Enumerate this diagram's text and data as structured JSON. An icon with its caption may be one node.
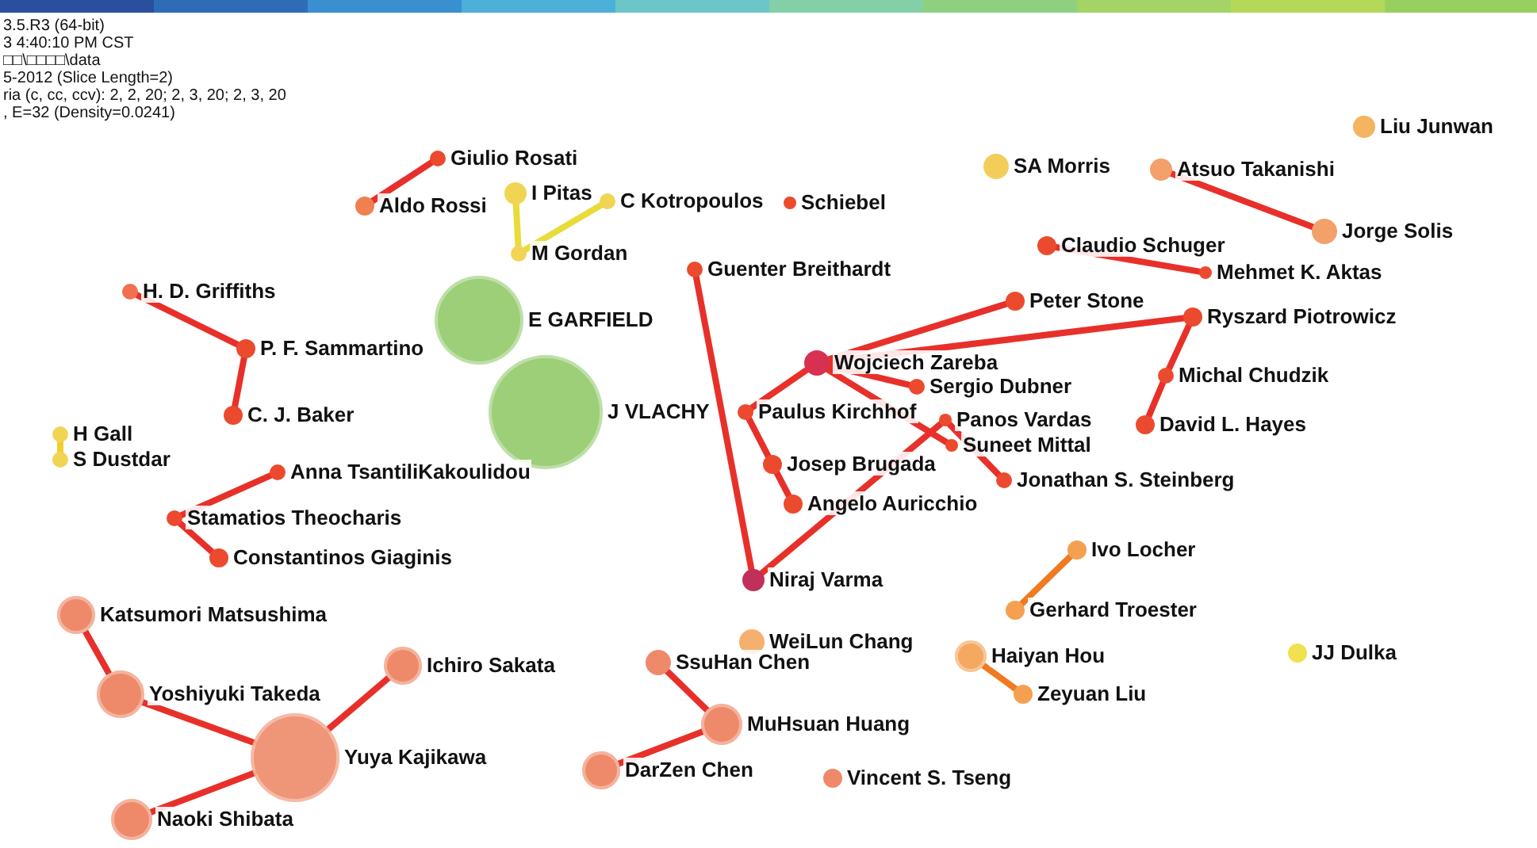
{
  "diagram": {
    "nodes": [
      {
        "text": [],
        "shape": "circle",
        "beside": [
          "Liu Junwan"
        ]
      },
      {
        "text": [],
        "shape": "circle",
        "beside": [
          "SA Morris"
        ]
      },
      {
        "text": [],
        "shape": "circle",
        "beside": [
          "Atsuo Takanishi"
        ]
      },
      {
        "text": [],
        "shape": "circle",
        "beside": [
          "Jorge Solis"
        ]
      },
      {
        "text": [],
        "shape": "circle",
        "beside": [
          "Giulio Rosati"
        ]
      },
      {
        "text": [],
        "shape": "circle",
        "beside": [
          "Aldo Rossi"
        ]
      },
      {
        "text": [],
        "shape": "circle",
        "beside": [
          "I Pitas"
        ]
      },
      {
        "text": [],
        "shape": "circle",
        "beside": [
          "C Kotropoulos"
        ]
      },
      {
        "text": [],
        "shape": "circle",
        "beside": [
          "Schiebel"
        ]
      },
      {
        "text": [],
        "shape": "circle",
        "beside": [
          "M Gordan"
        ]
      },
      {
        "text": [],
        "shape": "circle",
        "beside": [
          "Guenter Breithardt"
        ]
      },
      {
        "text": [],
        "shape": "circle",
        "beside": [
          "Claudio Schuger"
        ]
      },
      {
        "text": [],
        "shape": "circle",
        "beside": [
          "Peter Stone"
        ]
      },
      {
        "text": [],
        "shape": "circle",
        "beside": [
          "Mehmet K. Aktas"
        ]
      },
      {
        "text": [],
        "shape": "circle",
        "beside": [
          "Ryszard Piotrowicz"
        ]
      },
      {
        "text": [],
        "shape": "circle",
        "beside": [
          "H. D. Griffiths"
        ]
      },
      {
        "text": [],
        "shape": "circle",
        "beside": [
          "P. F. Sammartino"
        ]
      },
      {
        "text": [],
        "shape": "circle",
        "beside": [
          "E GARFIELD"
        ]
      },
      {
        "text": [],
        "shape": "circle",
        "beside": [
          "Wojciech Zareba"
        ]
      },
      {
        "text": [],
        "shape": "circle",
        "beside": [
          "Michal Chudzik"
        ]
      },
      {
        "text": [],
        "shape": "circle",
        "beside": [
          "Sergio Dubner"
        ]
      },
      {
        "text": [],
        "shape": "circle",
        "beside": [
          "J VLACHY"
        ]
      },
      {
        "text": [],
        "shape": "circle",
        "beside": [
          "Paulus Kirchhof"
        ]
      },
      {
        "text": [],
        "shape": "circle",
        "beside": [
          "Panos Vardas"
        ]
      },
      {
        "text": [],
        "shape": "circle",
        "beside": [
          "Suneet Mittal"
        ]
      },
      {
        "text": [],
        "shape": "circle",
        "beside": [
          "Josep Brugada"
        ]
      },
      {
        "text": [],
        "shape": "circle",
        "beside": [
          "Jonathan S. Steinberg"
        ]
      },
      {
        "text": [],
        "shape": "circle",
        "beside": [
          "David L. Hayes"
        ]
      },
      {
        "text": [],
        "shape": "circle",
        "beside": [
          "H Gall"
        ]
      },
      {
        "text": [],
        "shape": "circle",
        "beside": [
          "S Dustdar"
        ]
      },
      {
        "text": [],
        "shape": "circle",
        "beside": [
          "C. J. Baker"
        ]
      },
      {
        "text": [],
        "shape": "circle",
        "beside": [
          "Anna TsantiliKakoulidou"
        ]
      },
      {
        "text": [],
        "shape": "circle",
        "beside": [
          "Stamatios Theocharis"
        ]
      },
      {
        "text": [],
        "shape": "circle",
        "beside": [
          "Constantinos Giaginis"
        ]
      },
      {
        "text": [],
        "shape": "circle",
        "beside": [
          "Angelo Auricchio"
        ]
      },
      {
        "text": [],
        "shape": "circle",
        "beside": [
          "Ivo Locher"
        ]
      },
      {
        "text": [],
        "shape": "circle",
        "beside": [
          "Niraj Varma"
        ]
      },
      {
        "text": [],
        "shape": "circle",
        "beside": [
          "Gerhard Troester"
        ]
      },
      {
        "text": [],
        "shape": "circle",
        "beside": [
          "Katsumori Matsushima"
        ]
      },
      {
        "text": [],
        "shape": "circle",
        "beside": [
          "WeiLun Chang"
        ]
      },
      {
        "text": [],
        "shape": "circle",
        "beside": [
          "Haiyan Hou"
        ]
      },
      {
        "text": [],
        "shape": "circle",
        "beside": [
          "JJ Dulka"
        ]
      },
      {
        "text": [],
        "shape": "circle",
        "beside": [
          "Ichiro Sakata"
        ]
      },
      {
        "text": [],
        "shape": "circle",
        "beside": [
          "SsuHan Chen"
        ]
      },
      {
        "text": [],
        "shape": "circle",
        "beside": [
          "Yoshiyuki Takeda"
        ]
      },
      {
        "text": [],
        "shape": "circle",
        "beside": [
          "Zeyuan Liu"
        ]
      },
      {
        "text": [],
        "shape": "circle",
        "beside": [
          "MuHsuan Huang"
        ]
      },
      {
        "text": [],
        "shape": "circle",
        "beside": [
          "Yuya Kajikawa"
        ]
      },
      {
        "text": [],
        "shape": "circle",
        "beside": [
          "DarZen Chen"
        ]
      },
      {
        "text": [],
        "shape": "circle",
        "beside": [
          "Vincent S. Tseng"
        ]
      },
      {
        "text": [],
        "shape": "circle",
        "beside": [
          "Naoki Shibata"
        ]
      }
    ],
    "edges": [
      {
        "from": 2,
        "to": 3,
        "arrow": "none"
      },
      {
        "from": 4,
        "to": 5,
        "arrow": "none"
      },
      {
        "from": 6,
        "to": 9,
        "arrow": "none",
        "color": "#e8dc3a"
      },
      {
        "from": 9,
        "to": 7,
        "arrow": "none",
        "color": "#e8dc3a"
      },
      {
        "from": 11,
        "to": 13,
        "arrow": "none"
      },
      {
        "from": 18,
        "to": 12,
        "arrow": "none"
      },
      {
        "from": 18,
        "to": 14,
        "arrow": "none"
      },
      {
        "from": 14,
        "to": 19,
        "arrow": "none"
      },
      {
        "from": 19,
        "to": 27,
        "arrow": "none"
      },
      {
        "from": 18,
        "to": 22,
        "arrow": "none"
      },
      {
        "from": 18,
        "to": 20,
        "arrow": "none"
      },
      {
        "from": 18,
        "to": 24,
        "arrow": "none"
      },
      {
        "from": 22,
        "to": 25,
        "arrow": "none"
      },
      {
        "from": 25,
        "to": 34,
        "arrow": "none"
      },
      {
        "from": 10,
        "to": 36,
        "arrow": "none"
      },
      {
        "from": 36,
        "to": 23,
        "arrow": "none"
      },
      {
        "from": 23,
        "to": 26,
        "arrow": "none"
      },
      {
        "from": 15,
        "to": 16,
        "arrow": "none"
      },
      {
        "from": 16,
        "to": 30,
        "arrow": "none"
      },
      {
        "from": 28,
        "to": 29,
        "arrow": "none",
        "color": "#f0d030"
      },
      {
        "from": 31,
        "to": 32,
        "arrow": "none"
      },
      {
        "from": 32,
        "to": 33,
        "arrow": "none"
      },
      {
        "from": 35,
        "to": 37,
        "arrow": "none",
        "color": "#f07a20"
      },
      {
        "from": 40,
        "to": 45,
        "arrow": "none",
        "color": "#f07a20"
      },
      {
        "from": 38,
        "to": 44,
        "arrow": "none"
      },
      {
        "from": 44,
        "to": 47,
        "arrow": "none"
      },
      {
        "from": 42,
        "to": 47,
        "arrow": "none"
      },
      {
        "from": 47,
        "to": 50,
        "arrow": "none"
      },
      {
        "from": 43,
        "to": 46,
        "arrow": "none"
      },
      {
        "from": 46,
        "to": 48,
        "arrow": "none"
      }
    ],
    "labels": [
      "3.5.R3 (64-bit)",
      "3 4:40:10 PM CST",
      "□□\\□□□□\\data",
      "5-2012 (Slice Length=2)",
      "ria (c, cc, ccv): 2, 2, 20; 2, 3, 20; 2, 3, 20",
      ", E=32 (Density=0.0241)"
    ]
  }
}
